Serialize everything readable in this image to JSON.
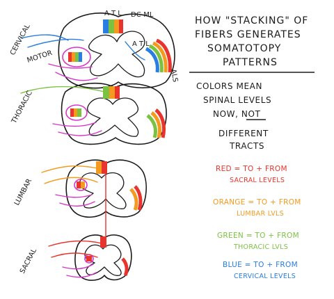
{
  "title": {
    "lines": [
      "HOW \"STACKING\" OF",
      "FIBERS GENERATES",
      "SOMATOTOPY",
      "PATTERNS"
    ]
  },
  "labels": {
    "dc_ml": "DC-ML",
    "als": "ALS",
    "motor": "MOTOR",
    "atl_top": "A T L",
    "atl_side": "A T L"
  },
  "levels": {
    "cervical": "CERVICAL",
    "thoracic": "THORACIC",
    "lumbar": "LUMBAR",
    "sacral": "SACRAL"
  },
  "notes": {
    "lines": [
      "COLORS MEAN",
      "SPINAL LEVELS",
      "NOW, NOT",
      "DIFFERENT",
      "TRACTS"
    ]
  },
  "legend": [
    {
      "line1": "RED = TO + FROM",
      "line2": "SACRAL LEVELS",
      "color": "#e8342c"
    },
    {
      "line1": "ORANGE = TO + FROM",
      "line2": "LUMBAR LVLS",
      "color": "#f39a1f"
    },
    {
      "line1": "GREEN = TO + FROM",
      "line2": "THORACIC LVLS",
      "color": "#7cc242"
    },
    {
      "line1": "BLUE = TO + FROM",
      "line2": "CERVICAL LEVELS",
      "color": "#2a7de1"
    }
  ],
  "colors": {
    "ink": "#1a1a1a",
    "red": "#e8342c",
    "orange": "#f39a1f",
    "yellow": "#f2e21b",
    "green": "#7cc242",
    "blue": "#2a7de1",
    "magenta": "#d636c8"
  }
}
